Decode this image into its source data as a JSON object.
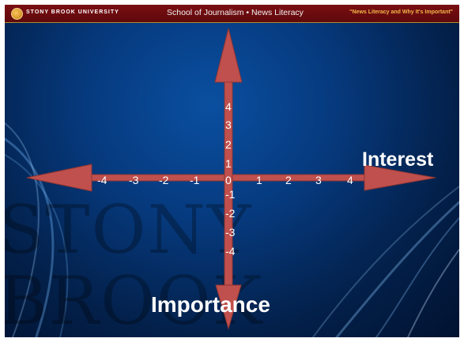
{
  "header": {
    "university": "STONY BROOK UNIVERSITY",
    "school": "School of Journalism • News Literacy",
    "subtitle": "\"News Literacy and Why It's Important\""
  },
  "watermark": {
    "line1": "STONY",
    "line2": "BROOK"
  },
  "diagram": {
    "x_axis_label": "Interest",
    "y_axis_label": "Importance",
    "x_ticks": [
      "-4",
      "-3",
      "-2",
      "-1",
      "0",
      "1",
      "2",
      "3",
      "4"
    ],
    "y_ticks_positive": [
      "4",
      "3",
      "2",
      "1"
    ],
    "y_ticks_negative": [
      "-1",
      "-2",
      "-3",
      "-4"
    ]
  },
  "colors": {
    "header_bg": "#7a0f12",
    "subtitle_text": "#f3b74a",
    "arrow": "#c0504d",
    "background": "#063a7e"
  }
}
